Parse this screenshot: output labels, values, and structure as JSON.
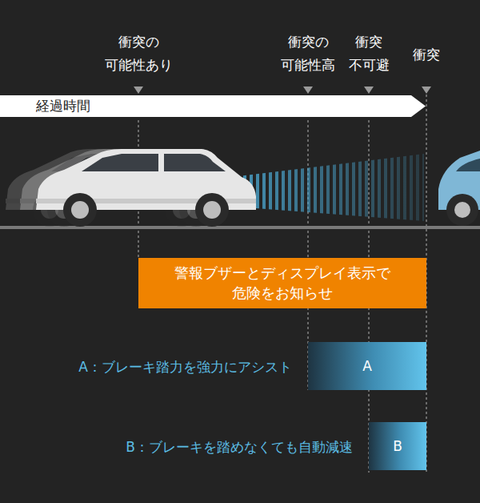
{
  "diagram": {
    "nodes": [
      {
        "text": [
          "経過時間"
        ]
      },
      {
        "text": [
          "警報ブザーとディスプレイ表示で 危険をお知らせ"
        ]
      },
      {
        "text": [
          "A"
        ]
      },
      {
        "text": [
          "B"
        ]
      }
    ],
    "labels": [
      "衝突の 可能性あり",
      "衝突の 可能性高",
      "衝突 不可避",
      "衝突",
      "A：ブレーキ踏力を強力にアシスト",
      "B：ブレーキを踏めなくても自動減速"
    ]
  }
}
